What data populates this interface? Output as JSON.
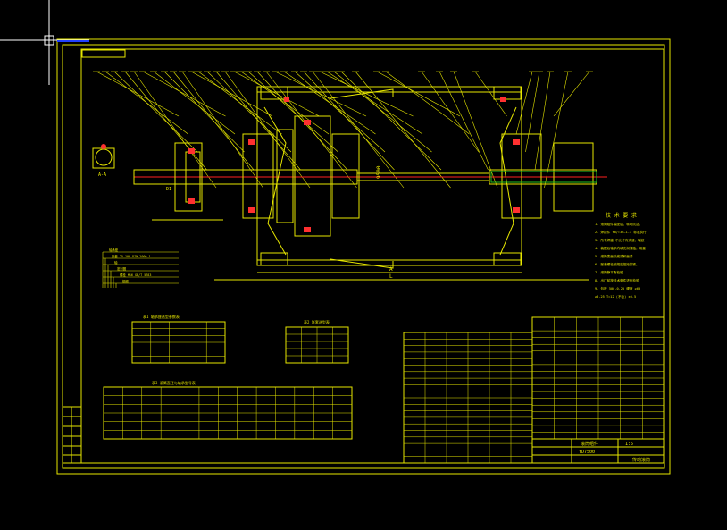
{
  "drawing": {
    "colors": {
      "background": "#000000",
      "line": "#e6e600",
      "axis": "#ff2020",
      "detail": "#ff3030",
      "accent_green": "#1fbf1f",
      "accent_blue": "#2040ff",
      "crosshair": "#ffffff"
    },
    "dimension_main": "9500",
    "dimension_left": "A",
    "dimension_bottom": "L",
    "section_label": "A-A",
    "shaft_label": "D1",
    "notes_title": "技 术 要 求",
    "notes": [
      "1. 滚筒组件装配后，转动灵活。",
      "2. 焊接件 YB/T36—1-1 标准执行",
      "3. 所有焊缝 不允许有夹渣、裂纹",
      "4. 装配后轴承内填充润滑脂，用量",
      "5. 滚筒表面涂底漆和面漆",
      "6. 胀套螺栓按规定扭矩拧紧，",
      "7. 滚筒静平衡检验",
      "8. 出厂前按技术条件进行检验",
      "9. 包胶 500-0.25 硬度 ≥60",
      "   ≥0.25  T=12 (不含) ±0.5"
    ],
    "legend_labels": [
      "轴承座",
      "胀套 25-100 DIN 2000-1",
      "轴",
      "密封圈",
      "螺栓 M16 GB/T 5783",
      "垫圈"
    ],
    "table_small_left_title": "表1 轴承座选型参数表",
    "table_small_right_title": "表2 胀套选型表",
    "table_wide_title": "表3 滚筒直径与轴承型号表",
    "title_block": {
      "company": "滚筒组件",
      "drawing_no": "YD7500",
      "scale": "1:5",
      "name_cn": "传动滚筒"
    }
  }
}
